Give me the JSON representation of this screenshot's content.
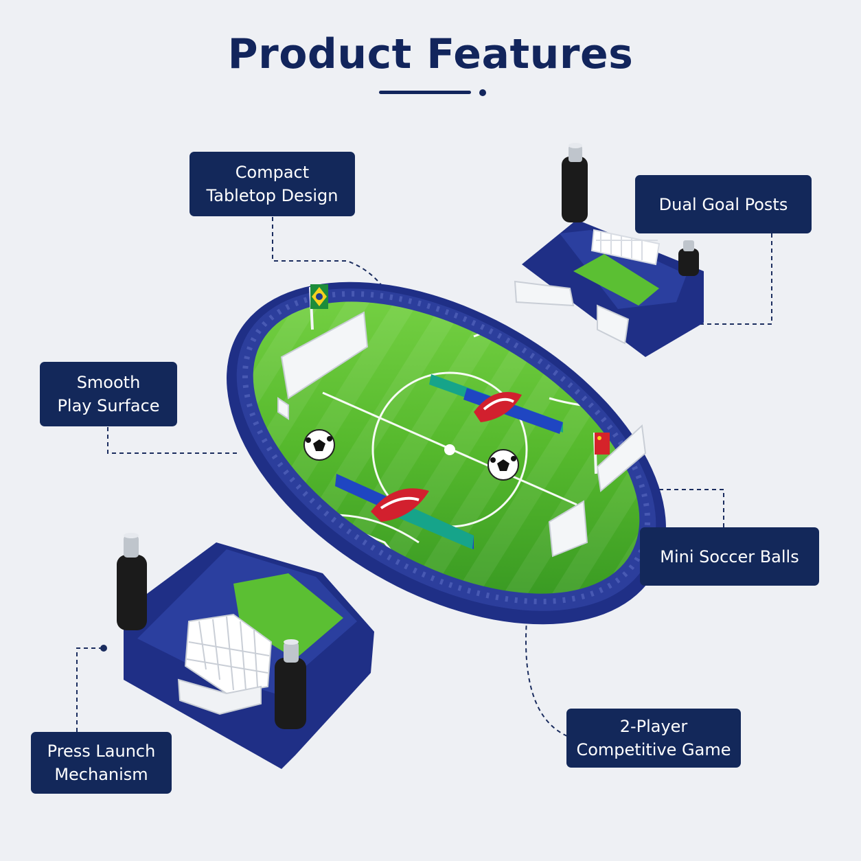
{
  "header": {
    "title": "Product Features"
  },
  "features": {
    "compact": {
      "line1": "Compact",
      "line2": "Tabletop Design"
    },
    "goals": {
      "line1": "Dual Goal Posts"
    },
    "surface": {
      "line1": "Smooth",
      "line2": "Play Surface"
    },
    "balls": {
      "line1": "Mini Soccer Balls"
    },
    "launch": {
      "line1": "Press Launch",
      "line2": "Mechanism"
    },
    "players": {
      "line1": "2-Player",
      "line2": "Competitive Game"
    }
  },
  "colors": {
    "navy": "#13285a",
    "background": "#eef0f4",
    "pitch_green": "#5fc535",
    "stadium_blue": "#1f2f86"
  }
}
